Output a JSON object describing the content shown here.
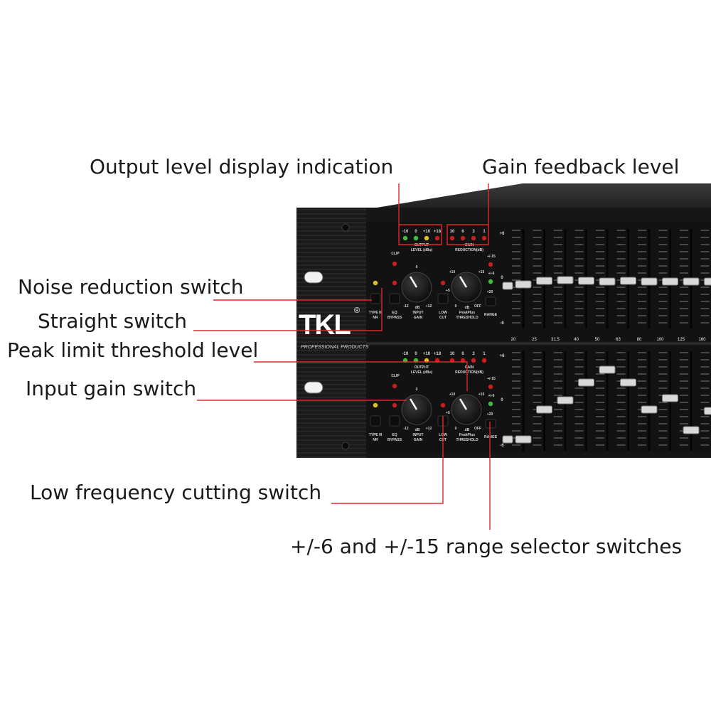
{
  "callouts": {
    "output_level": "Output level display indication",
    "gain_feedback": "Gain feedback level",
    "noise_reduction": "Noise reduction switch",
    "straight": "Straight switch",
    "peak_limit": "Peak limit threshold level",
    "input_gain": "Input gain switch",
    "low_cut": "Low frequency cutting switch",
    "range_selector": "+/-6 and +/-15 range selector switches"
  },
  "panel": {
    "brand": "TKL",
    "registered": "®",
    "tagline": "PROFESSIONAL PRODUCTS",
    "output_ticks": [
      "-10",
      "0",
      "+10",
      "+18"
    ],
    "output_caption_1": "OUTPUT",
    "output_caption_2": "LEVEL (dBu)",
    "gain_ticks": [
      "10",
      "6",
      "3",
      "1"
    ],
    "gain_caption_1": "GAIN",
    "gain_caption_2": "REDUCTION(dB)",
    "clip": "CLIP",
    "type_nr_1": "TYPE III",
    "type_nr_2": "NR",
    "eq_bypass_1": "EQ",
    "eq_bypass_2": "BYPASS",
    "input_gain_1": "INPUT",
    "input_gain_2": "GAIN",
    "low_cut_1": "LOW",
    "low_cut_2": "CUT",
    "threshold_1": "PeakPlus",
    "threshold_2": "THRESHOLD",
    "range": "RANGE",
    "range_15": "+/-15",
    "range_6": "+/-6",
    "range_20": "+20",
    "knob_left_min": "-12",
    "knob_left_max": "+12",
    "knob_left_db": "dB",
    "knob_left_zero": "0",
    "knob_right_10": "+10",
    "knob_right_15": "+15",
    "knob_right_5": "+5",
    "knob_right_0": "0",
    "knob_right_off": "OFF",
    "knob_right_db": "dB",
    "scale_top": "+6",
    "scale_mid": "0",
    "scale_bot": "-6",
    "freqs": [
      "20",
      "25",
      "31.5",
      "40",
      "50",
      "63",
      "80",
      "100",
      "125",
      "160"
    ]
  },
  "colors": {
    "callout_line": "#e0262a",
    "led_green": "#3fbf3f",
    "led_yellow": "#e0c020",
    "led_red": "#c81e1e"
  }
}
